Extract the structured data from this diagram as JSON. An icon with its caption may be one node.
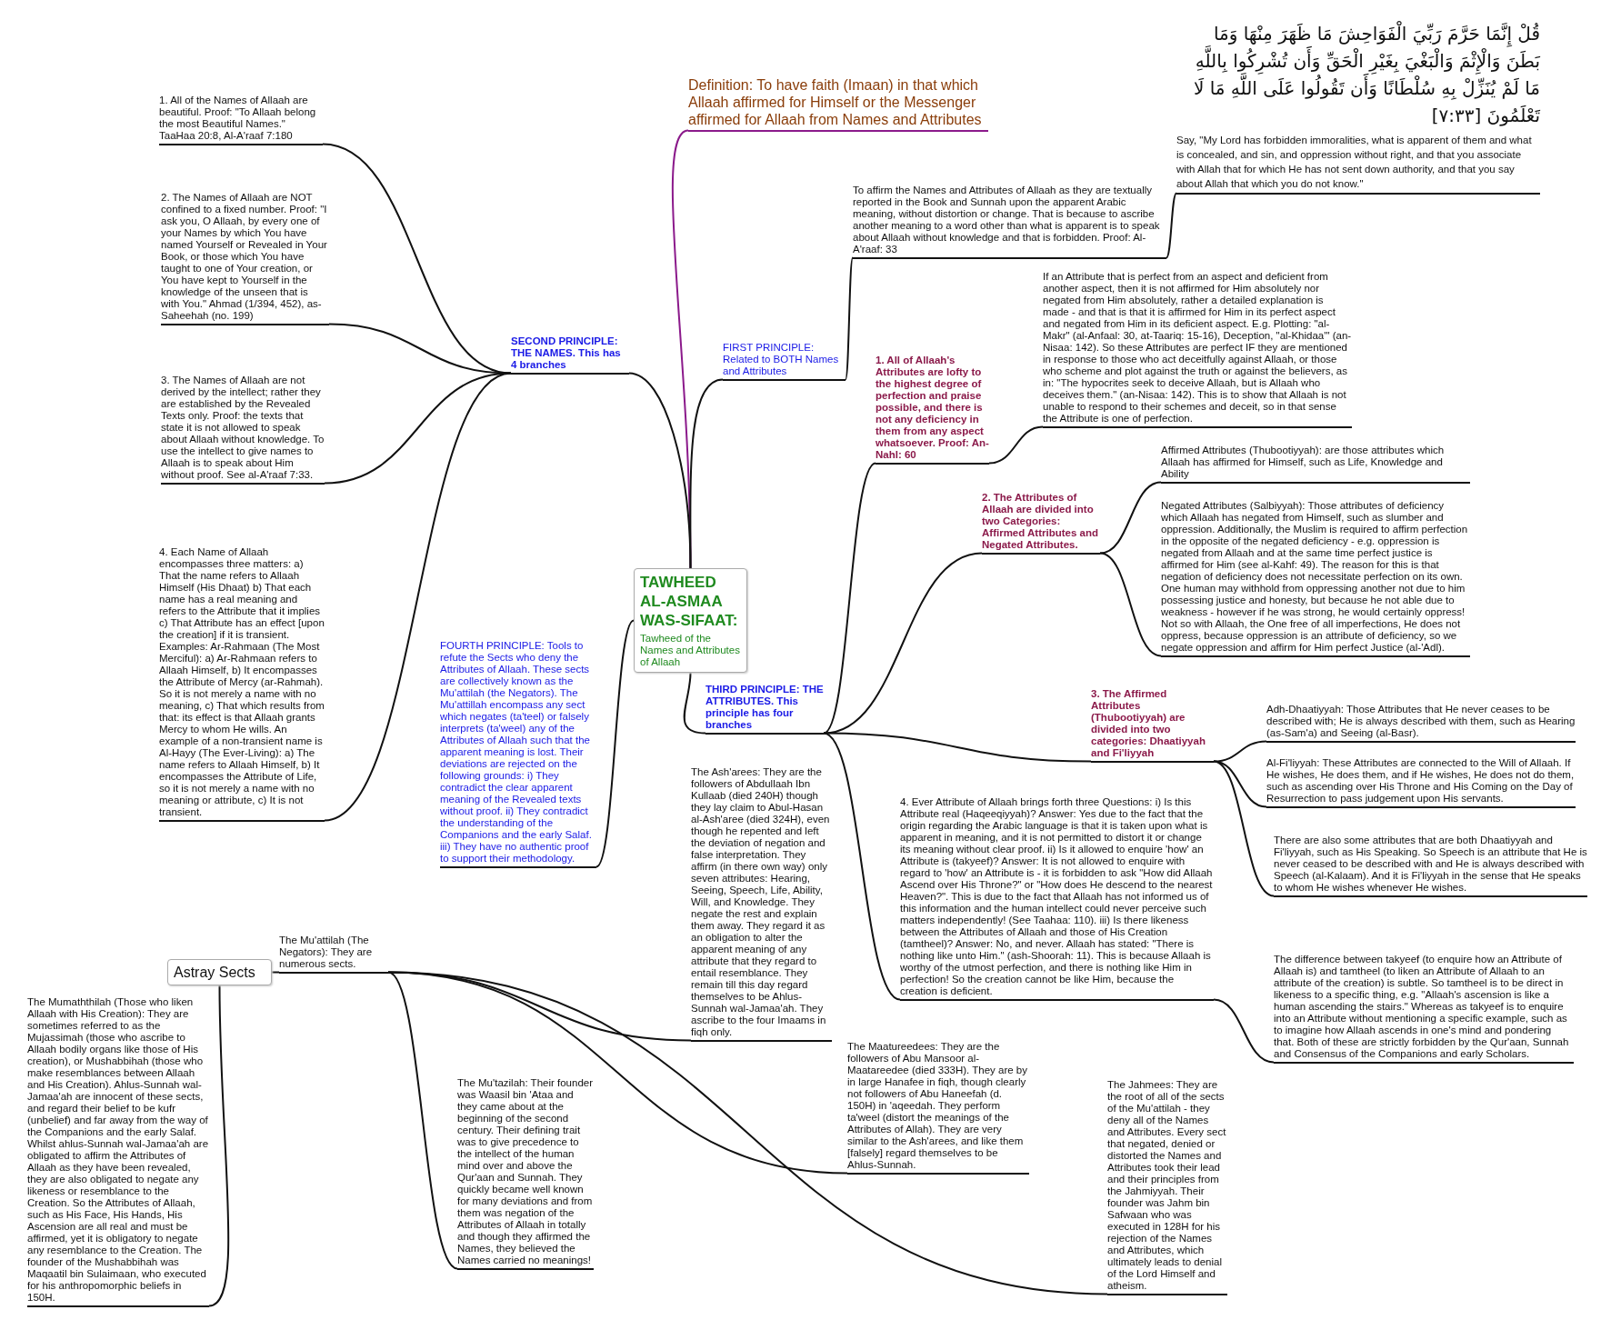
{
  "diagram": {
    "nodes": [
      {
        "text": [
          "Definition:  To have faith (Imaan) in that which Allaah affirmed for Himself or the Messenger affirmed for Allaah from Names and Attributes"
        ]
      },
      {
        "text": [
          "قُلْ إِنَّمَا حَرَّمَ رَبِّيَ الْفَوَاحِشَ مَا ظَهَرَ مِنْهَا وَمَا بَطَنَ وَالْإِثْمَ وَالْبَغْيَ بِغَيْرِ الْحَقِّ وَأَن تُشْرِكُوا بِاللَّهِ مَا لَمْ يُنَزِّلْ بِهِ سُلْطَانًا وَأَن تَقُولُوا عَلَى اللَّهِ مَا لَا تَعْلَمُونَ [٧:٣٣]",
          "Say, \"My Lord has forbidden immoralities, what is apparent of them and what is concealed, and sin, and oppression without right, and that you associate with Allah that for which He has not sent down authority, and that you say about Allah that which you do not know.\""
        ]
      },
      {
        "text": [
          "1. All of the Names of Allaah are beautiful. Proof: \"To Allaah belong the most Beautiful Names.\" TaaHaa 20:8, Al-A'raaf 7:180"
        ]
      },
      {
        "text": [
          "To affirm the Names and Attributes of Allaah as they are textually reported in the Book and Sunnah upon the apparent Arabic meaning, without distortion or change. That is because to ascribe another meaning to a word other than what is apparent is to speak about Allaah without knowledge and that is forbidden. Proof: Al-A'raaf: 33"
        ]
      },
      {
        "text": [
          "SECOND PRINCIPLE: THE NAMES. This has 4 branches"
        ]
      },
      {
        "text": [
          "FIRST PRINCIPLE: Related to BOTH Names and Attributes"
        ]
      },
      {
        "text": [
          "2. The Names of Allaah are NOT confined to a fixed number. Proof: \"I ask you, O Allaah, by every one of your Names by which You have named Yourself or Revealed in Your Book, or those which You have taught to one of Your creation, or You have kept to Yourself in the knowledge of the unseen that is with You.\" Ahmad (1/394, 452), as-Saheehah (no. 199)"
        ]
      },
      {
        "text": [
          "1. All of Allaah's Attributes are lofty to the highest degree of perfection and praise possible, and there is not any deficiency in them from any aspect whatsoever. Proof: An-Nahl: 60"
        ]
      },
      {
        "text": [
          "If an Attribute that is perfect from an aspect and deficient from another aspect, then it is not affirmed for Him absolutely nor negated from Him absolutely, rather a detailed explanation is made - and that is that it is affirmed for Him in its perfect aspect and negated from Him in its deficient aspect. E.g. Plotting: \"al-Makr\" (al-Anfaal: 30, at-Taariq: 15-16), Deception, \"al-Khidaa'\" (an-Nisaa: 142). So these Attributes are perfect IF they are mentioned in response to those who act deceitfully against Allaah, or those who scheme and plot against the truth or against the believers, as in: \"The hypocrites seek to deceive Allaah, but is Allaah who deceives them.\" (an-Nisaa: 142). This is to show that Allaah is not unable to respond to their schemes and deceit, so in that sense the Attribute is one of perfection."
        ]
      },
      {
        "text": [
          "3. The Names of Allaah are not derived by the intellect; rather they are established by the Revealed Texts only. Proof: the texts that state it is not allowed to speak about Allaah without knowledge. To use the intellect to give names to Allaah is to speak about Him without proof. See al-A'raaf 7:33."
        ]
      },
      {
        "text": [
          "2. The Attributes of Allaah are divided into two Categories: Affirmed Attributes and Negated Attributes."
        ]
      },
      {
        "text": [
          "Affirmed Attributes (Thubootiyyah): are those attributes which Allaah has affirmed for Himself, such as Life, Knowledge and Ability"
        ]
      },
      {
        "text": [
          "Negated Attributes (Salbiyyah): Those attributes of deficiency which Allaah has negated from Himself, such as slumber and oppression. Additionally, the Muslim is required to affirm perfection in the opposite of the negated deficiency - e.g. oppression is negated from Allaah and at the same time perfect justice is affirmed for Him (see al-Kahf: 49). The reason for this is that negation of deficiency does not necessitate perfection on its own. One human may withhold from oppressing another not due to him possessing justice and honesty, but because he not able due to weakness - however if he was strong, he would certainly oppress! Not so with Allaah, the One free of all imperfections, He does not oppress, because oppression is an attribute of deficiency, so we negate oppression and affirm for Him perfect Justice (al-'Adl)."
        ]
      },
      {
        "text": [
          "4. Each Name of Allaah encompasses three matters: a) That the name refers to Allaah Himself (His Dhaat) b) That each name has a real meaning and refers to the Attribute that it implies c) That Attribute has an effect [upon the creation] if it is transient. Examples: Ar-Rahmaan (The Most Merciful): a) Ar-Rahmaan refers to Allaah Himself, b) It encompasses the Attribute of Mercy (ar-Rahmah). So it is not merely a name with no meaning, c) That which results from that: its effect is that Allaah grants Mercy to whom He wills. An example of a non-transient name is Al-Hayy (The Ever-Living): a) The name refers to Allaah Himself, b) It encompasses the Attribute of Life, so it is not merely a name with no meaning or attribute, c) It is not transient."
        ]
      },
      {
        "text": [
          "TAWHEED AL-ASMAA WAS-SIFAAT:",
          "Tawheed of the Names and Attributes of Allaah"
        ]
      },
      {
        "text": [
          "FOURTH PRINCIPLE: Tools to refute the Sects who deny the Attributes of Allaah. These sects are collectively known as the Mu'attilah (the Negators). The Mu'attillah encompass any sect which negates (ta'teel) or falsely interprets (ta'weel) any of the Attributes of Allaah such that the apparent meaning is lost. Their deviations are rejected on the following grounds: i) They contradict the clear apparent meaning of the Revealed texts without proof. ii) They contradict the understanding of the Companions and the early Salaf. iii) They have no authentic proof to support their methodology."
        ]
      },
      {
        "text": [
          "THIRD PRINCIPLE: THE ATTRIBUTES. This principle has four branches"
        ]
      },
      {
        "text": [
          "3. The Affirmed Attributes (Thubootiyyah) are divided into two categories: Dhaatiyyah and Fi'liyyah"
        ]
      },
      {
        "text": [
          "Adh-Dhaatiyyah: Those Attributes that He never ceases to be described with; He is always described with them, such as Hearing (as-Sam'a) and Seeing (al-Basr)."
        ]
      },
      {
        "text": [
          "Al-Fi'liyyah: These Attributes are connected to the Will of Allaah. If He wishes, He does them, and if He wishes, He does not do them, such as ascending over His Throne and His Coming on the Day of Resurrection to pass judgement upon His servants."
        ]
      },
      {
        "text": [
          "There are also some attributes that are both Dhaatiyyah and Fi'liyyah, such as His Speaking. So Speech is an attribute that He is never ceased to be described with and He is always described with Speech (al-Kalaam). And it is Fi'liyyah in the sense that He speaks to whom He wishes whenever He wishes."
        ]
      },
      {
        "text": [
          "The Ash'arees: They are the followers of Abdullaah Ibn Kullaab (died 240H) though they lay claim to Abul-Hasan al-Ash'aree (died 324H), even though he repented and left the deviation of negation and false interpretation. They affirm (in there own way) only seven attributes: Hearing, Seeing, Speech, Life, Ability, Will, and Knowledge. They negate the rest and explain them away. They regard it as an obligation to alter the apparent meaning of any attribute that they regard to entail resemblance. They remain till this day regard themselves to be Ahlus-Sunnah wal-Jamaa'ah. They ascribe to the four Imaams in fiqh only."
        ]
      },
      {
        "text": [
          "4. Ever Attribute of Allaah brings forth three Questions:  i) Is this Attribute real (Haqeeqiyyah)? Answer: Yes due to the fact that the origin regarding the Arabic language is that it is taken upon what is apparent in meaning, and it is not permitted to distort it or change its meaning without clear proof. ii) Is it allowed to enquire 'how' an Attribute is (takyeef)? Answer: It is not allowed to enquire with regard to 'how' an Attribute is - it is forbidden to ask \"How did Allaah Ascend over His Throne?\" or \"How does He descend to the nearest Heaven?\". This is due to the fact that Allaah has not informed us of this information and the human intellect could never perceive such matters independently! (See Taahaa: 110). iii) Is there likeness between the Attributes of Allaah and those of His Creation (tamtheel)? Answer: No, and never. Allaah has stated: \"There is nothing like unto Him.\" (ash-Shoorah: 11). This is because Allaah is worthy of the utmost perfection, and there is nothing like Him in perfection! So the creation cannot be like Him, because the creation is deficient."
        ]
      },
      {
        "text": [
          "Astray Sects"
        ]
      },
      {
        "text": [
          "The Mu'attilah (The Negators): They are numerous sects."
        ]
      },
      {
        "text": [
          "The Mumaththilah (Those who liken Allaah with His Creation): They are sometimes referred to as the Mujassimah (those who ascribe to Allaah bodily organs like those of His creation), or Mushabbihah (those who make resemblances between Allaah and His Creation). Ahlus-Sunnah wal-Jamaa'ah are innocent of these sects, and regard their belief to be kufr (unbelief) and far away from the way of the Companions and the early Salaf. Whilst ahlus-Sunnah wal-Jamaa'ah are obligated to affirm the Attributes of Allaah as they have been revealed, they are also obligated to negate any likeness or resemblance to the Creation. So the Attributes of Allaah, such as His Face, His Hands, His Ascension are all real and must be affirmed, yet it is obligatory to negate any resemblance to the Creation. The founder of the Mushabbihah was Maqaatil bin Sulaimaan, who executed for his anthropomorphic beliefs in 150H."
        ]
      },
      {
        "text": [
          "The difference between takyeef (to enquire how an Attribute of Allaah is) and tamtheel (to liken an Attribute of Allaah to an attribute of the creation) is subtle. So tamtheel is to be direct in likeness to a specific thing, e.g. \"Allaah's ascension is like a human ascending the stairs.\" Whereas as takyeef is to enquire into an Attribute without mentioning a specific example, such as to imagine how Allaah ascends in one's mind and pondering that. Both of these are strictly forbidden by the Qur'aan, Sunnah and Consensus of the Companions and early Scholars."
        ]
      },
      {
        "text": [
          "The Mu'tazilah: Their founder was Waasil bin 'Ataa and they came about at the beginning of the second century. Their defining trait was to give precedence to the intellect of the human mind over and above the Qur'aan and Sunnah. They quickly became well known for many deviations and from them was negation of the Attributes of Allaah in totally and though they affirmed the Names, they believed the Names carried no meanings!"
        ]
      },
      {
        "text": [
          "The Maatureedees: They are the followers of Abu Mansoor al-Maatareedee (died 333H). They are by in large Hanafee in fiqh, though clearly not followers of Abu Haneefah (d. 150H) in 'aqeedah. They perform ta'weel (distort the meanings of the Attributes of Allah). They are very similar to the Ash'arees, and like them [falsely] regard themselves to be Ahlus-Sunnah."
        ]
      },
      {
        "text": [
          "The Jahmees: They are the root of all of the sects of the Mu'attilah - they deny all of the Names and Attributes. Every sect that negated, denied or distorted the Names and Attributes took their lead and their principles from the Jahmiyyah. Their founder was Jahm bin Safwaan who was executed in 128H for his rejection of the Names and Attributes, which ultimately leads to denial of the Lord Himself and atheism."
        ]
      }
    ],
    "edges": [
      {
        "from": 14,
        "to": 0,
        "arrow": "none",
        "color": "#8b1a8b"
      },
      {
        "from": 14,
        "to": 5,
        "arrow": "none"
      },
      {
        "from": 5,
        "to": 3,
        "arrow": "none"
      },
      {
        "from": 3,
        "to": 1,
        "arrow": "none"
      },
      {
        "from": 14,
        "to": 4,
        "arrow": "none"
      },
      {
        "from": 4,
        "to": 2,
        "arrow": "none"
      },
      {
        "from": 4,
        "to": 6,
        "arrow": "none"
      },
      {
        "from": 4,
        "to": 9,
        "arrow": "none"
      },
      {
        "from": 4,
        "to": 13,
        "arrow": "none"
      },
      {
        "from": 14,
        "to": 16,
        "arrow": "none"
      },
      {
        "from": 16,
        "to": 7,
        "arrow": "none"
      },
      {
        "from": 7,
        "to": 8,
        "arrow": "none"
      },
      {
        "from": 16,
        "to": 10,
        "arrow": "none"
      },
      {
        "from": 10,
        "to": 11,
        "arrow": "none"
      },
      {
        "from": 10,
        "to": 12,
        "arrow": "none"
      },
      {
        "from": 16,
        "to": 17,
        "arrow": "none"
      },
      {
        "from": 17,
        "to": 18,
        "arrow": "none"
      },
      {
        "from": 17,
        "to": 19,
        "arrow": "none"
      },
      {
        "from": 17,
        "to": 20,
        "arrow": "none"
      },
      {
        "from": 16,
        "to": 22,
        "arrow": "none"
      },
      {
        "from": 22,
        "to": 26,
        "arrow": "none"
      },
      {
        "from": 14,
        "to": 15,
        "arrow": "none"
      },
      {
        "from": 23,
        "to": 24,
        "arrow": "none"
      },
      {
        "from": 23,
        "to": 25,
        "arrow": "none"
      },
      {
        "from": 24,
        "to": 27,
        "arrow": "none"
      },
      {
        "from": 24,
        "to": 21,
        "arrow": "none"
      },
      {
        "from": 24,
        "to": 28,
        "arrow": "none"
      },
      {
        "from": 24,
        "to": 29,
        "arrow": "none"
      }
    ]
  }
}
